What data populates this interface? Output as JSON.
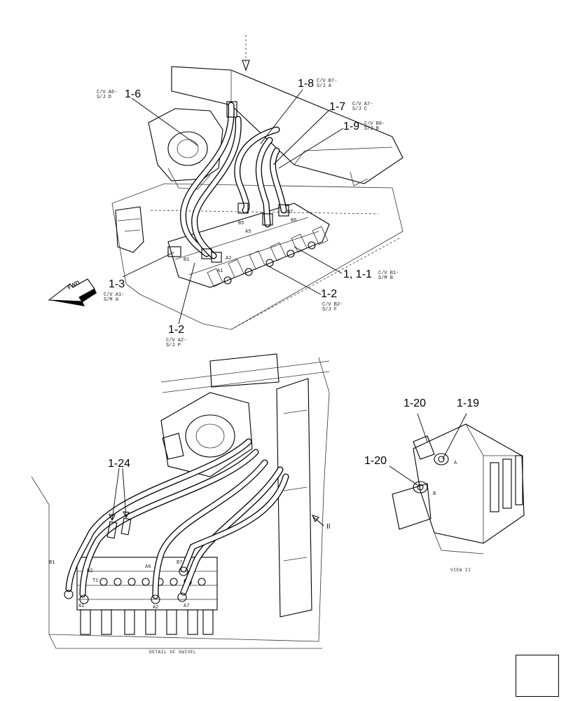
{
  "upper_view": {
    "callouts": [
      {
        "id": "c-1-8",
        "label": "1-8",
        "note": "C/V B7-\nS/J A"
      },
      {
        "id": "c-1-7",
        "label": "1-7",
        "note": "C/V A7-\nS/J C"
      },
      {
        "id": "c-1-9",
        "label": "1-9",
        "note": "C/V B6-\nS/J B"
      },
      {
        "id": "c-1-6",
        "label": "1-6",
        "note": "C/V A6-\nS/J D"
      },
      {
        "id": "c-1-1",
        "label": "1, 1-1",
        "note": "C/V B1-\nS/M B"
      },
      {
        "id": "c-1-2a",
        "label": "1-2",
        "note": "C/V B2-\nS/J F"
      },
      {
        "id": "c-1-3",
        "label": "1-3",
        "note": "C/V A1-\nS/M A"
      },
      {
        "id": "c-1-2b",
        "label": "1-2",
        "note": "C/V A2-\nS/J P"
      }
    ],
    "fwd_label": "FWD",
    "port_labels": [
      "B5",
      "A5",
      "B1",
      "A2",
      "A1",
      "B7",
      "B6"
    ]
  },
  "lower_view": {
    "callouts": [
      {
        "id": "c-1-24",
        "label": "1-24"
      }
    ],
    "view_marker": "II",
    "caption": "DETAIL OF SWIVEL",
    "port_labels": [
      "B1",
      "A1",
      "B2",
      "T1",
      "A2",
      "B7",
      "A6",
      "A7"
    ]
  },
  "detail_view": {
    "callouts": [
      {
        "id": "c-1-20a",
        "label": "1-20"
      },
      {
        "id": "c-1-19",
        "label": "1-19"
      },
      {
        "id": "c-1-20b",
        "label": "1-20"
      }
    ],
    "port_labels": [
      "A",
      "B"
    ],
    "caption": "VIEW II"
  },
  "nav": {
    "icon": "next-page-arrow-icon"
  }
}
